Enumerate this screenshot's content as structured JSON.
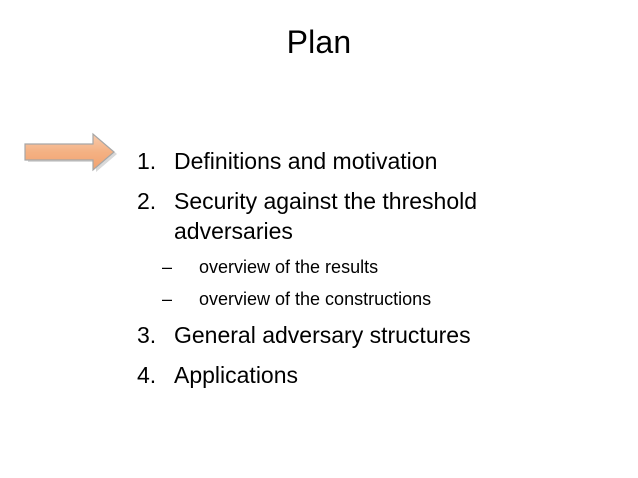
{
  "slide": {
    "title": "Plan",
    "items": [
      {
        "number": "1.",
        "text": "Definitions and motivation"
      },
      {
        "number": "2.",
        "text": "Security against the threshold",
        "continuation": "adversaries"
      },
      {
        "number": "3.",
        "text": "General adversary structures"
      },
      {
        "number": "4.",
        "text": "Applications"
      }
    ],
    "subitems": [
      {
        "bullet": "–",
        "text": "overview of the results"
      },
      {
        "bullet": "–",
        "text": "overview of the constructions"
      }
    ]
  },
  "colors": {
    "arrow_fill": "#F4B183",
    "arrow_stroke": "#A6A6A6",
    "text": "#000000",
    "background": "#FFFFFF"
  },
  "icons": {
    "pointer": "right-arrow-icon"
  }
}
